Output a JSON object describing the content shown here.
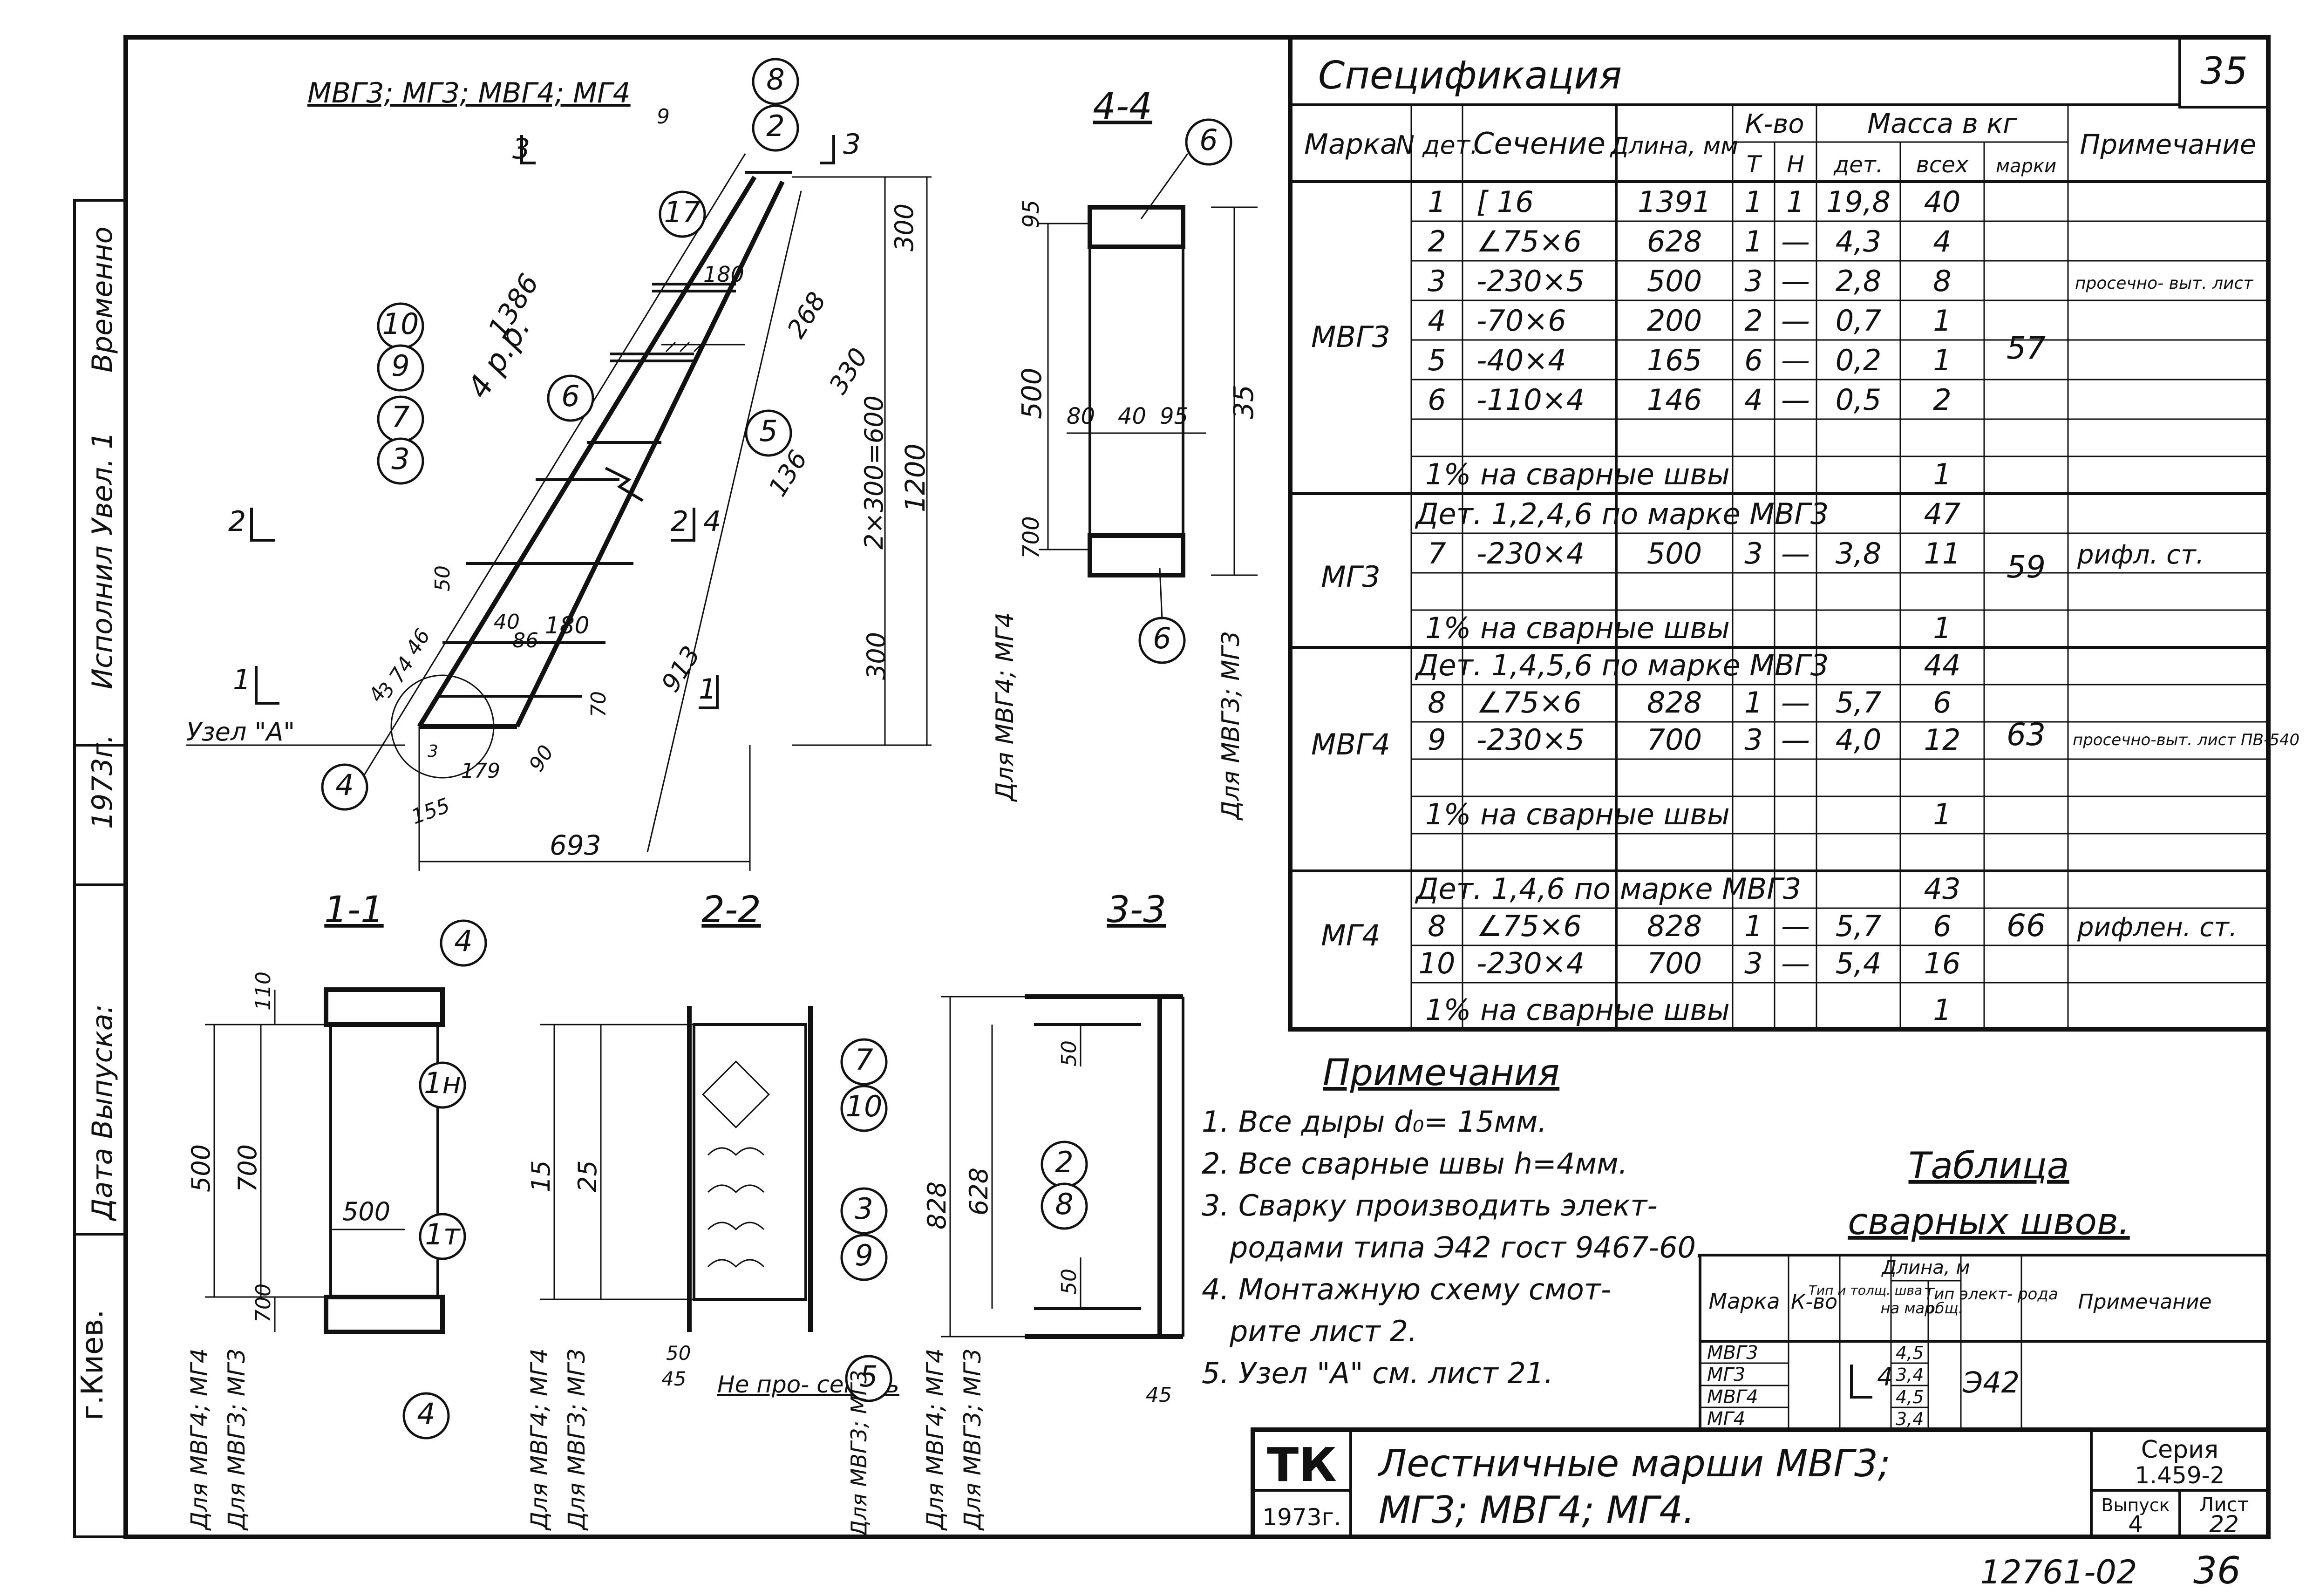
{
  "sheet": {
    "page_number": "35",
    "bottom_code": "12761-02",
    "bottom_num": "36"
  },
  "side_panel": {
    "labels": [
      "Временно",
      "Увел. 1",
      "Исполнил",
      "1973г.",
      "Дата Выпуска:"
    ],
    "city": "г.Киев."
  },
  "drawing": {
    "main_title": "МВГ3; МГ3; МВГ4; МГ4",
    "section_4_4": "4-4",
    "section_1_1": "1-1",
    "section_2_2": "2-2",
    "section_3_3": "3-3",
    "node_label": "Узел \"А\"",
    "step_label": "4 р.р.",
    "cut_marks": [
      "3",
      "3",
      "2",
      "2",
      "1",
      "1",
      "4"
    ],
    "dims": [
      "1386",
      "300",
      "268",
      "330",
      "2×300=600",
      "1200",
      "136",
      "913",
      "300",
      "70",
      "90",
      "180",
      "50",
      "40",
      "86",
      "180",
      "46",
      "74",
      "3",
      "4",
      "179",
      "155",
      "693",
      "9",
      "3",
      "40",
      "80",
      "40",
      "95",
      "95",
      "700",
      "500",
      "35",
      "35",
      "110",
      "700",
      "500",
      "700",
      "500",
      "15",
      "25",
      "828",
      "628",
      "50",
      "50",
      "45"
    ],
    "rotated_notes": [
      "Для МВГ4; МГ4",
      "Для МВГ3; МГ3"
    ],
    "not_cut": "Не про- секать",
    "callouts": [
      "8",
      "2",
      "17",
      "10",
      "9",
      "7",
      "3",
      "6",
      "5",
      "4",
      "6",
      "6",
      "4",
      "1н",
      "1т",
      "4",
      "7",
      "10",
      "3",
      "9",
      "5",
      "2",
      "8"
    ]
  },
  "spec": {
    "title": "Спецификация",
    "headers": {
      "mark": "Марка",
      "n_det": "N дет.",
      "section": "Сечение",
      "length": "Длина, мм",
      "qty": "К-во",
      "qty_t": "Т",
      "qty_n": "Н",
      "mass": "Масса в кг",
      "mass_det": "дет.",
      "mass_all": "всех",
      "mass_mark": "марки",
      "note": "Примечание"
    },
    "groups": [
      {
        "mark": "МВГ3",
        "mass": "57",
        "rows": [
          {
            "n": "1",
            "sec": "[ 16",
            "len": "1391",
            "t": "1",
            "h": "1",
            "det": "19,8",
            "all": "40",
            "note": ""
          },
          {
            "n": "2",
            "sec": "∠75×6",
            "len": "628",
            "t": "1",
            "h": "—",
            "det": "4,3",
            "all": "4",
            "note": ""
          },
          {
            "n": "3",
            "sec": "-230×5",
            "len": "500",
            "t": "3",
            "h": "—",
            "det": "2,8",
            "all": "8",
            "note": "просечно- выт. лист"
          },
          {
            "n": "4",
            "sec": "-70×6",
            "len": "200",
            "t": "2",
            "h": "—",
            "det": "0,7",
            "all": "1",
            "note": ""
          },
          {
            "n": "5",
            "sec": "-40×4",
            "len": "165",
            "t": "6",
            "h": "—",
            "det": "0,2",
            "all": "1",
            "note": ""
          },
          {
            "n": "6",
            "sec": "-110×4",
            "len": "146",
            "t": "4",
            "h": "—",
            "det": "0,5",
            "all": "2",
            "note": ""
          }
        ],
        "weld": "1% на сварные швы",
        "weld_val": "1"
      },
      {
        "mark": "МГ3",
        "mass": "59",
        "ref": "Дет. 1,2,4,6 по марке МВГ3",
        "ref_val": "47",
        "rows": [
          {
            "n": "7",
            "sec": "-230×4",
            "len": "500",
            "t": "3",
            "h": "—",
            "det": "3,8",
            "all": "11",
            "note": "рифл. ст."
          }
        ],
        "weld": "1% на сварные швы",
        "weld_val": "1"
      },
      {
        "mark": "МВГ4",
        "mass": "63",
        "ref": "Дет. 1,4,5,6 по марке МВГ3",
        "ref_val": "44",
        "rows": [
          {
            "n": "8",
            "sec": "∠75×6",
            "len": "828",
            "t": "1",
            "h": "—",
            "det": "5,7",
            "all": "6",
            "note": ""
          },
          {
            "n": "9",
            "sec": "-230×5",
            "len": "700",
            "t": "3",
            "h": "—",
            "det": "4,0",
            "all": "12",
            "note": "просечно-выт. лист ПВ-540"
          }
        ],
        "weld": "1% на сварные швы",
        "weld_val": "1"
      },
      {
        "mark": "МГ4",
        "mass": "66",
        "ref": "Дет. 1,4,6 по марке МВГ3",
        "ref_val": "43",
        "rows": [
          {
            "n": "8",
            "sec": "∠75×6",
            "len": "828",
            "t": "1",
            "h": "—",
            "det": "5,7",
            "all": "6",
            "note": ""
          },
          {
            "n": "10",
            "sec": "-230×4",
            "len": "700",
            "t": "3",
            "h": "—",
            "det": "5,4",
            "all": "16",
            "note": "рифлен. ст."
          }
        ],
        "weld": "1% на сварные швы",
        "weld_val": "1"
      }
    ]
  },
  "notes": {
    "title": "Примечания",
    "items": [
      "1. Все дыры d₀= 15мм.",
      "2. Все сварные швы h=4мм.",
      "3. Сварку производить элект-",
      "родами типа Э42 гост 9467-60.",
      "4. Монтажную схему смот-",
      "рите лист 2.",
      "5. Узел \"А\" см. лист 21."
    ]
  },
  "weld_table": {
    "title1": "Таблица",
    "title2": "сварных швов.",
    "headers": {
      "mark": "Марка",
      "qty": "К-во",
      "type": "Тип и толщ. шва",
      "len": "Длина, м",
      "len_mark": "на мар.",
      "len_total": "общ.",
      "electrode": "Тип элект- рода",
      "note": "Примечание"
    },
    "marks": [
      "МВГ3",
      "МГ3",
      "МВГ4",
      "МГ4"
    ],
    "lengths": [
      "4,5",
      "3,4",
      "4,5",
      "3,4"
    ],
    "weld_size": "4",
    "electrode": "Э42"
  },
  "title_block": {
    "logo": "ТК",
    "year": "1973г.",
    "line1": "Лестничные марши МВГ3;",
    "line2": "МГ3; МВГ4; МГ4.",
    "series_label": "Серия",
    "series": "1.459-2",
    "issue_label": "Выпуск",
    "issue": "4",
    "sheet_label": "Лист",
    "sheet": "22"
  }
}
